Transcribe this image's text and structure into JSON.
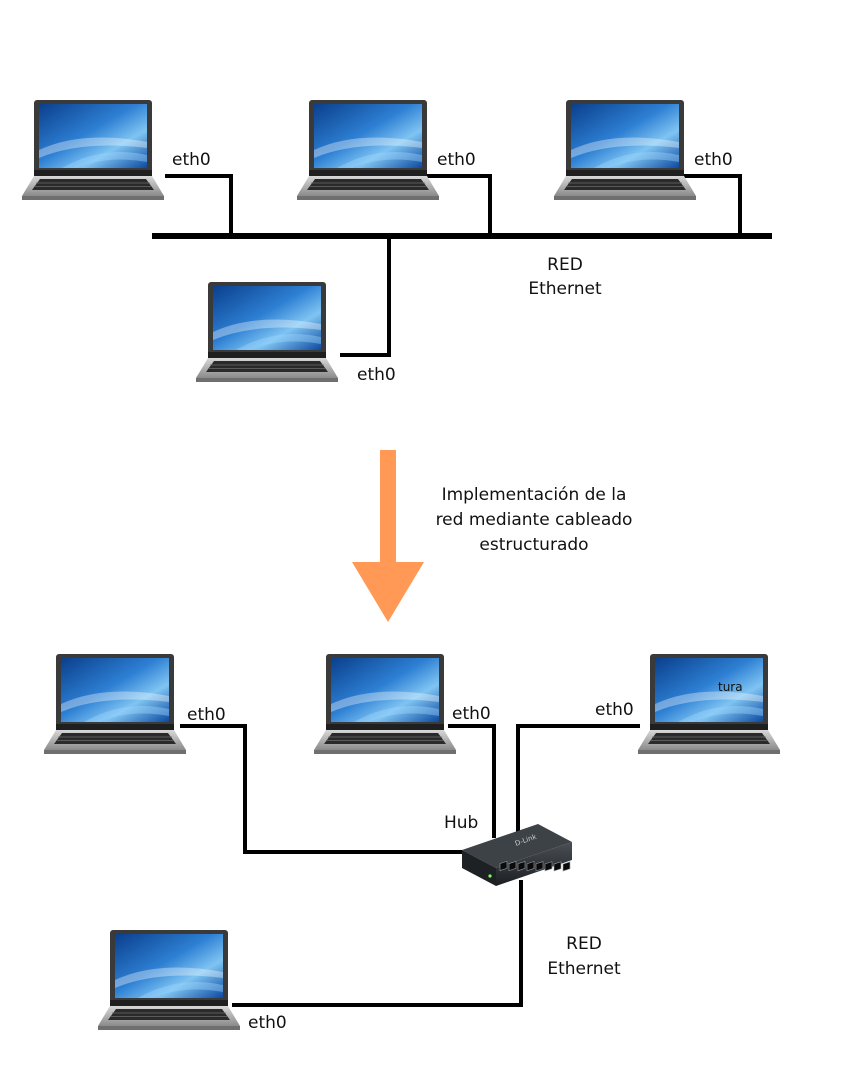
{
  "top": {
    "interface_labels": [
      "eth0",
      "eth0",
      "eth0",
      "eth0"
    ],
    "network_label_line1": "RED",
    "network_label_line2": "Ethernet"
  },
  "arrow": {
    "color": "#ff9955",
    "caption_line1": "Implementación de la",
    "caption_line2": "red mediante cableado",
    "caption_line3": "estructurado"
  },
  "bottom": {
    "interface_labels": [
      "eth0",
      "eth0",
      "eth0",
      "eth0"
    ],
    "hub_label": "Hub",
    "hub_brand": "D-Link",
    "screen_text": "tura",
    "network_label_line1": "RED",
    "network_label_line2": "Ethernet"
  }
}
